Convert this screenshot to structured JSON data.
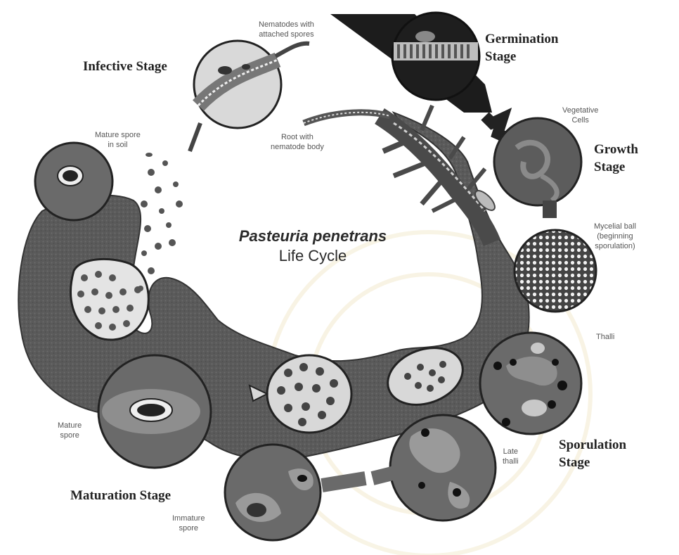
{
  "diagram": {
    "title": "Pasteuria penetrans",
    "subtitle": "Life Cycle",
    "stages": {
      "infective": "Infective Stage",
      "germination": [
        "Germination",
        "Stage"
      ],
      "growth": [
        "Growth",
        "Stage"
      ],
      "sporulation": [
        "Sporulation",
        "Stage"
      ],
      "maturation": "Maturation Stage"
    },
    "annotations": {
      "nematodes_spores": [
        "Nematodes with",
        "attached spores"
      ],
      "mature_spore_soil": [
        "Mature spore",
        "in soil"
      ],
      "root_nematode": [
        "Root with",
        "nematode body"
      ],
      "vegetative_cells": [
        "Vegetative",
        "Cells"
      ],
      "mycelial_ball": [
        "Mycelial ball",
        "(beginning",
        "sporulation)"
      ],
      "thalli": "Thalli",
      "late_thalli": [
        "Late",
        "thalli"
      ],
      "mature_spore": [
        "Mature",
        "spore"
      ],
      "immature_spore": [
        "Immature",
        "spore"
      ]
    }
  }
}
